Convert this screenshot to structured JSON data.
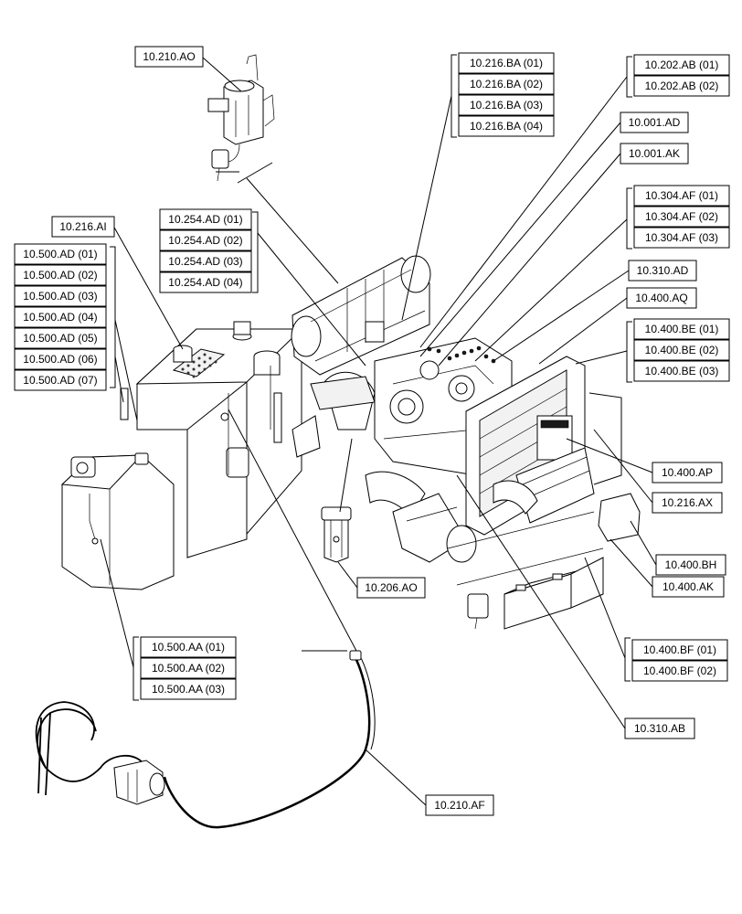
{
  "labels": {
    "l_210_ao": "10.210.AO",
    "l_216_ba_01": "10.216.BA (01)",
    "l_216_ba_02": "10.216.BA (02)",
    "l_216_ba_03": "10.216.BA (03)",
    "l_216_ba_04": "10.216.BA (04)",
    "l_202_ab_01": "10.202.AB (01)",
    "l_202_ab_02": "10.202.AB (02)",
    "l_001_ad": "10.001.AD",
    "l_001_ak": "10.001.AK",
    "l_304_af_01": "10.304.AF (01)",
    "l_304_af_02": "10.304.AF (02)",
    "l_304_af_03": "10.304.AF (03)",
    "l_310_ad": "10.310.AD",
    "l_400_aq": "10.400.AQ",
    "l_400_be_01": "10.400.BE (01)",
    "l_400_be_02": "10.400.BE (02)",
    "l_400_be_03": "10.400.BE (03)",
    "l_216_ai": "10.216.AI",
    "l_254_ad_01": "10.254.AD (01)",
    "l_254_ad_02": "10.254.AD (02)",
    "l_254_ad_03": "10.254.AD (03)",
    "l_254_ad_04": "10.254.AD (04)",
    "l_500_ad_01": "10.500.AD (01)",
    "l_500_ad_02": "10.500.AD (02)",
    "l_500_ad_03": "10.500.AD (03)",
    "l_500_ad_04": "10.500.AD (04)",
    "l_500_ad_05": "10.500.AD (05)",
    "l_500_ad_06": "10.500.AD (06)",
    "l_500_ad_07": "10.500.AD (07)",
    "l_400_ap": "10.400.AP",
    "l_216_ax": "10.216.AX",
    "l_400_bh": "10.400.BH",
    "l_400_ak": "10.400.AK",
    "l_206_ao": "10.206.AO",
    "l_500_aa_01": "10.500.AA (01)",
    "l_500_aa_02": "10.500.AA (02)",
    "l_500_aa_03": "10.500.AA (03)",
    "l_400_bf_01": "10.400.BF (01)",
    "l_400_bf_02": "10.400.BF (02)",
    "l_310_ab": "10.310.AB",
    "l_210_af": "10.210.AF"
  }
}
